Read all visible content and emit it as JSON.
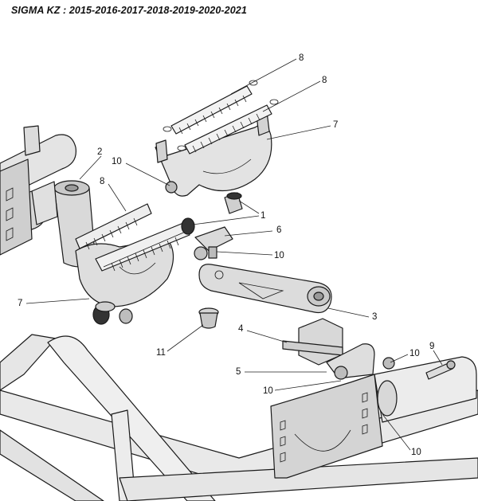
{
  "title": "SIGMA KZ : 2015-2016-2017-2018-2019-2020-2021",
  "callouts": [
    {
      "id": "c1",
      "label": "1"
    },
    {
      "id": "c2",
      "label": "2"
    },
    {
      "id": "c3",
      "label": "3"
    },
    {
      "id": "c4",
      "label": "4"
    },
    {
      "id": "c5",
      "label": "5"
    },
    {
      "id": "c6",
      "label": "6"
    },
    {
      "id": "c7a",
      "label": "7"
    },
    {
      "id": "c7b",
      "label": "7"
    },
    {
      "id": "c8a",
      "label": "8"
    },
    {
      "id": "c8b",
      "label": "8"
    },
    {
      "id": "c8c",
      "label": "8"
    },
    {
      "id": "c9",
      "label": "9"
    },
    {
      "id": "c10a",
      "label": "10"
    },
    {
      "id": "c10b",
      "label": "10"
    },
    {
      "id": "c10c",
      "label": "10"
    },
    {
      "id": "c10d",
      "label": "10"
    },
    {
      "id": "c10e",
      "label": "10"
    },
    {
      "id": "c11",
      "label": "11"
    }
  ]
}
